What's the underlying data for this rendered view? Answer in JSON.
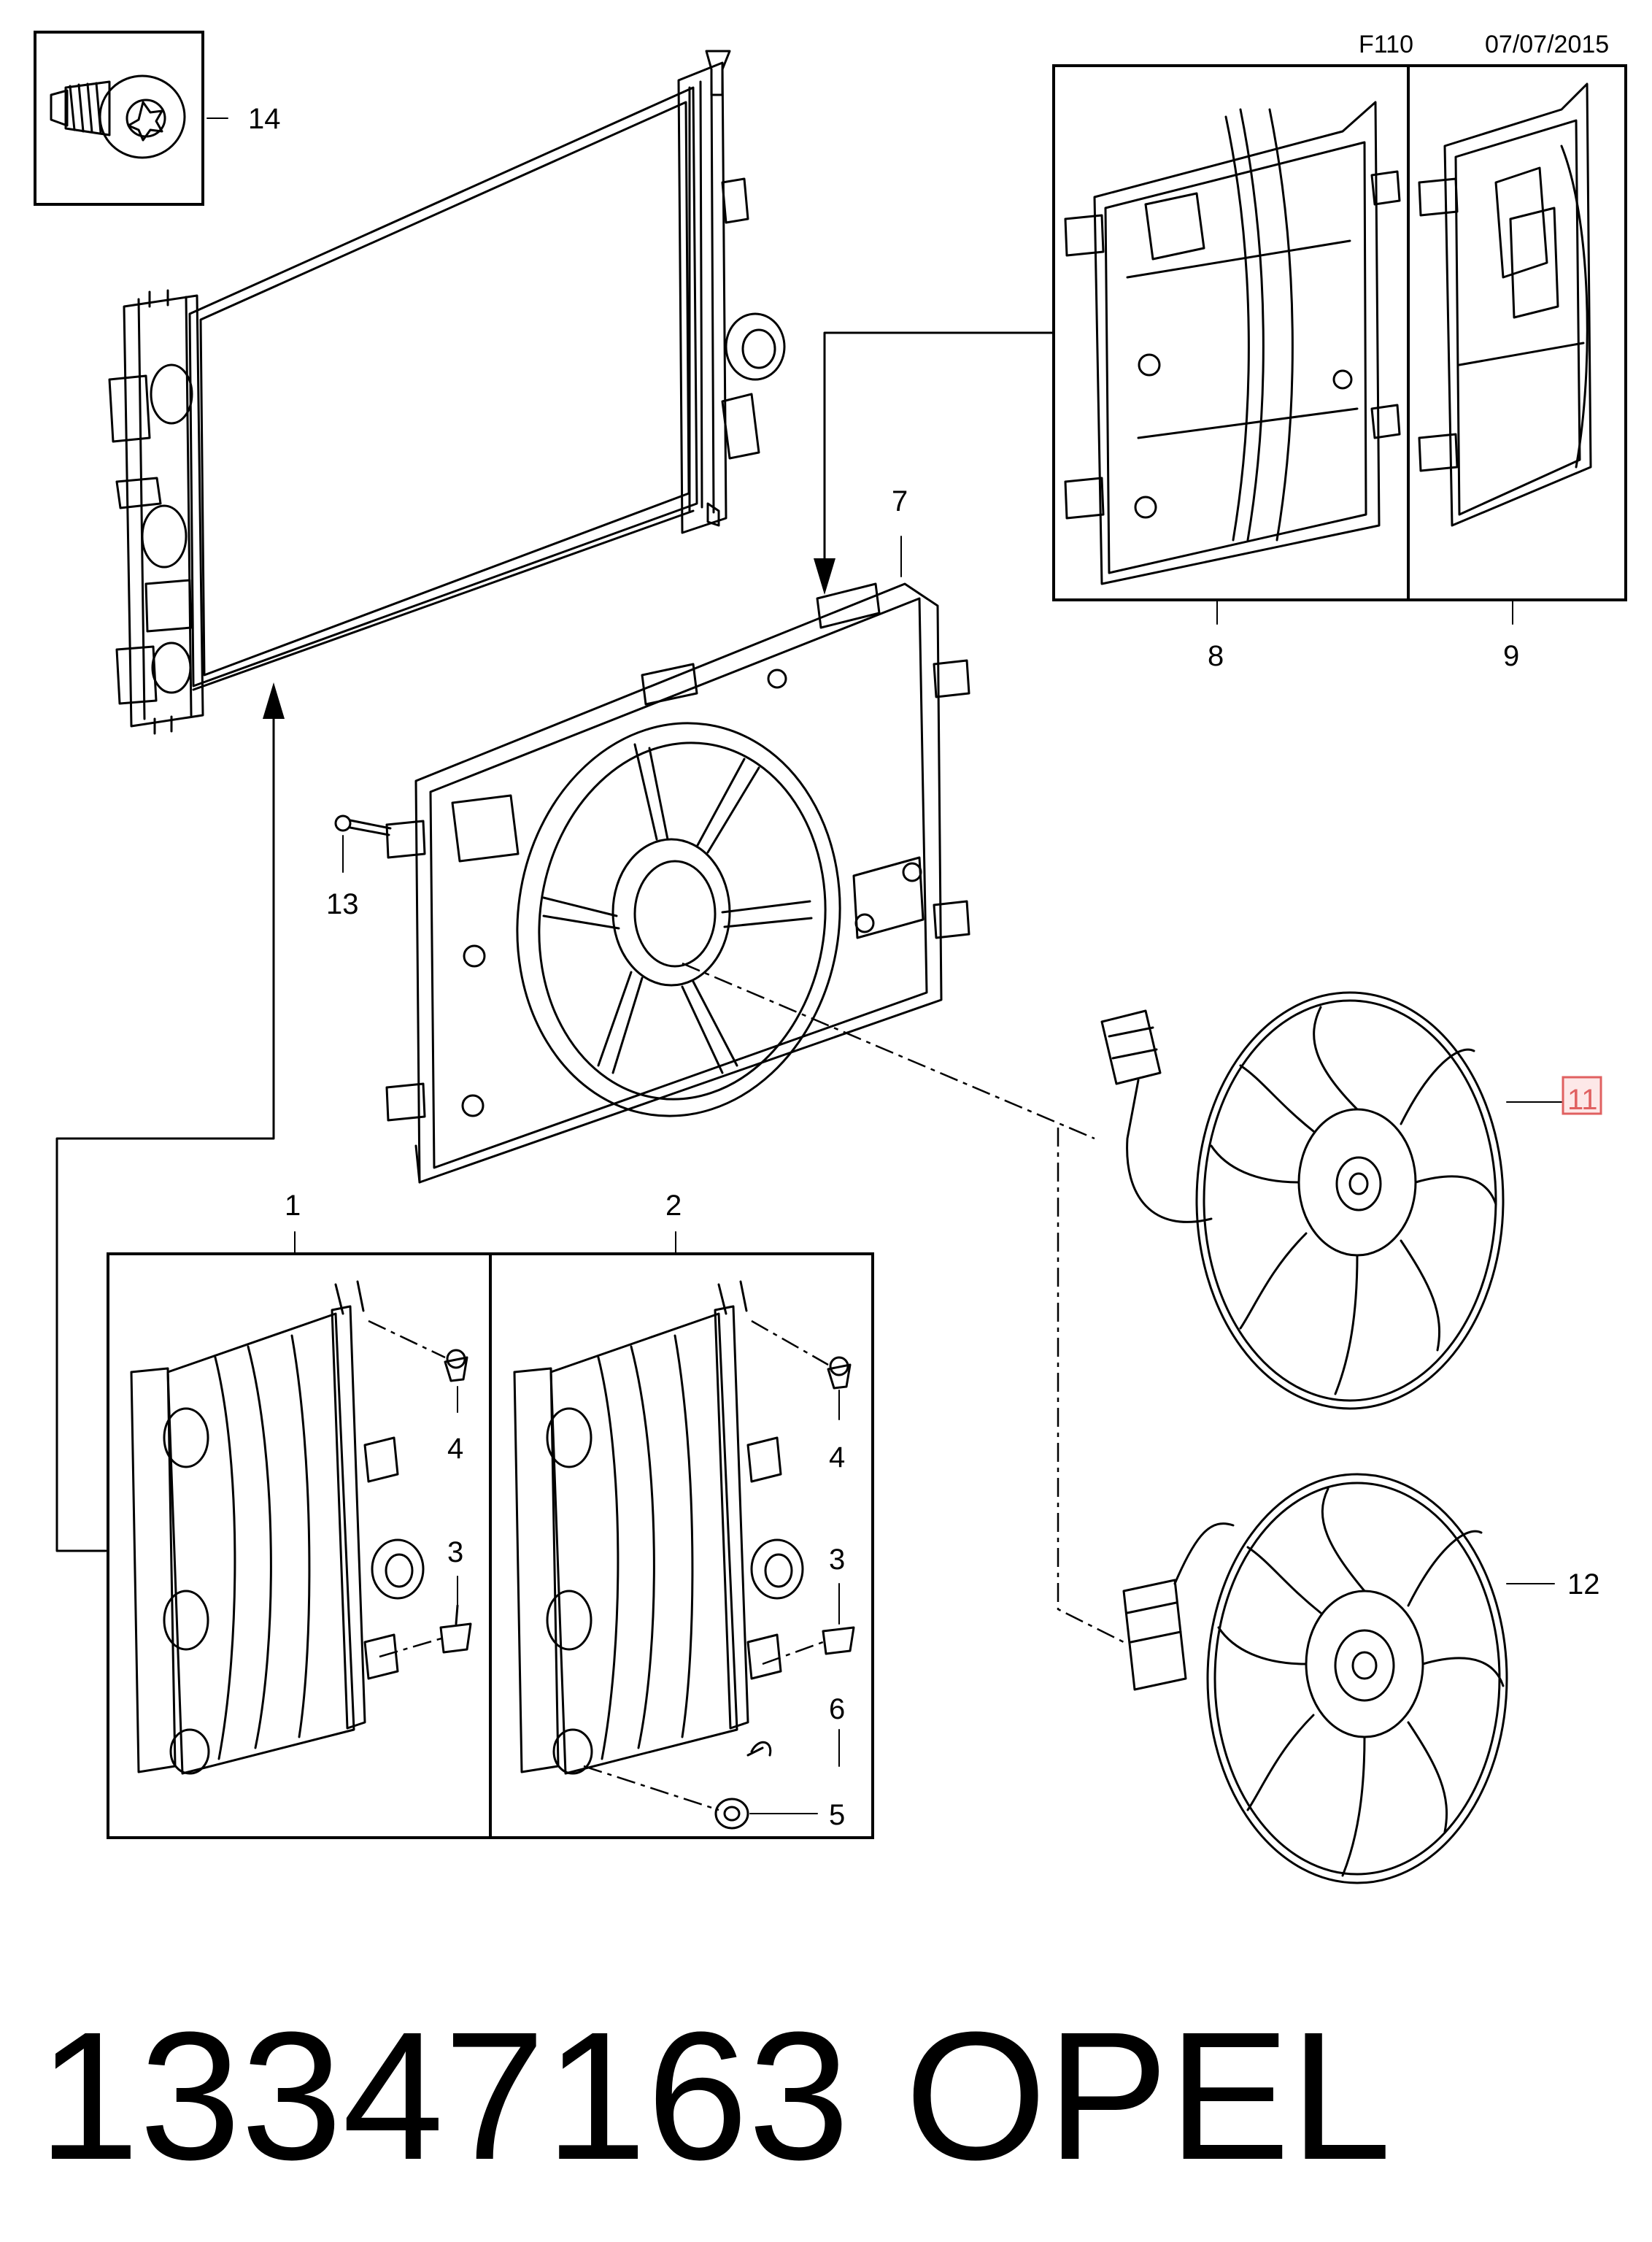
{
  "header": {
    "figure_code": "F110",
    "date": "07/07/2015"
  },
  "callouts": {
    "c1": "1",
    "c2": "2",
    "c3a": "3",
    "c3b": "3",
    "c4a": "4",
    "c4b": "4",
    "c5": "5",
    "c6": "6",
    "c7": "7",
    "c8": "8",
    "c9": "9",
    "c11": "11",
    "c12": "12",
    "c13": "13",
    "c14": "14"
  },
  "footer": {
    "part_number": "13347163",
    "brand": "OPEL"
  },
  "highlight_color": "#e06060"
}
